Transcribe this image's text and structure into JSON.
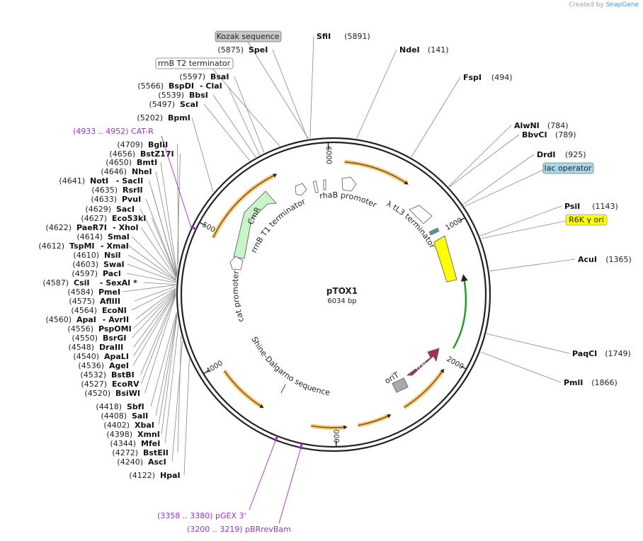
{
  "brand": {
    "prefix": "Created by",
    "name": "SnapGene"
  },
  "plasmid": {
    "name": "pTOX1",
    "length_label": "6034 bp",
    "length": 6034
  },
  "ticks": [
    "1000",
    "2000",
    "3000",
    "4000",
    "5000",
    "6000"
  ],
  "sites": [
    {
      "name": "SfiI",
      "pos": "(5891)"
    },
    {
      "name": "NdeI",
      "pos": "(141)"
    },
    {
      "name": "FspI",
      "pos": "(494)"
    },
    {
      "name": "AlwNI",
      "pos": "(784)"
    },
    {
      "name": "BbvCI",
      "pos": "(789)"
    },
    {
      "name": "DrdI",
      "pos": "(925)"
    },
    {
      "name": "PsiI",
      "pos": "(1143)"
    },
    {
      "name": "AcuI",
      "pos": "(1365)"
    },
    {
      "name": "PaqCI",
      "pos": "(1749)"
    },
    {
      "name": "PmlI",
      "pos": "(1866)"
    },
    {
      "name": "SpeI",
      "pos": "(5875)"
    },
    {
      "name": "BsaI",
      "pos": "(5597)"
    },
    {
      "name": "BspDI",
      "pos": "(5566)",
      "alt": "ClaI"
    },
    {
      "name": "BbsI",
      "pos": "(5539)"
    },
    {
      "name": "ScaI",
      "pos": "(5497)"
    },
    {
      "name": "BpmI",
      "pos": "(5202)"
    },
    {
      "name": "BglII",
      "pos": "(4709)"
    },
    {
      "name": "BstZ17I",
      "pos": "(4656)"
    },
    {
      "name": "BmtI",
      "pos": "(4650)"
    },
    {
      "name": "NheI",
      "pos": "(4646)"
    },
    {
      "name": "NotI",
      "pos": "(4641)",
      "alt": "SacII"
    },
    {
      "name": "RsrII",
      "pos": "(4635)"
    },
    {
      "name": "PvuI",
      "pos": "(4633)"
    },
    {
      "name": "SacI",
      "pos": "(4629)"
    },
    {
      "name": "Eco53kI",
      "pos": "(4627)"
    },
    {
      "name": "PaeR7I",
      "pos": "(4622)",
      "alt": "XhoI"
    },
    {
      "name": "SmaI",
      "pos": "(4614)"
    },
    {
      "name": "TspMI",
      "pos": "(4612)",
      "alt": "XmaI"
    },
    {
      "name": "NsiI",
      "pos": "(4610)"
    },
    {
      "name": "SwaI",
      "pos": "(4603)"
    },
    {
      "name": "PacI",
      "pos": "(4597)"
    },
    {
      "name": "CsiI",
      "pos": "(4587)",
      "alt": "SexAI *"
    },
    {
      "name": "PmeI",
      "pos": "(4584)"
    },
    {
      "name": "AflIII",
      "pos": "(4575)"
    },
    {
      "name": "EcoNI",
      "pos": "(4564)"
    },
    {
      "name": "ApaI",
      "pos": "(4560)",
      "alt": "AvrII"
    },
    {
      "name": "PspOMI",
      "pos": "(4556)"
    },
    {
      "name": "BsrGI",
      "pos": "(4550)"
    },
    {
      "name": "DraIII",
      "pos": "(4548)"
    },
    {
      "name": "ApaLI",
      "pos": "(4540)"
    },
    {
      "name": "AgeI",
      "pos": "(4536)"
    },
    {
      "name": "BstBI",
      "pos": "(4532)"
    },
    {
      "name": "EcoRV",
      "pos": "(4527)"
    },
    {
      "name": "BsiWI",
      "pos": "(4520)"
    },
    {
      "name": "SbfI",
      "pos": "(4418)"
    },
    {
      "name": "SalI",
      "pos": "(4408)"
    },
    {
      "name": "XbaI",
      "pos": "(4402)"
    },
    {
      "name": "XmnI",
      "pos": "(4398)"
    },
    {
      "name": "MfeI",
      "pos": "(4344)"
    },
    {
      "name": "BstEII",
      "pos": "(4272)"
    },
    {
      "name": "AscI",
      "pos": "(4240)"
    },
    {
      "name": "HpaI",
      "pos": "(4122)"
    }
  ],
  "primers": [
    {
      "range": "(4933 .. 4952)",
      "name": "CAT-R"
    },
    {
      "range": "(3358 .. 3380)",
      "name": "pGEX 3'"
    },
    {
      "range": "(3200 .. 3219)",
      "name": "pBRrevBam"
    }
  ],
  "boxed_features": [
    {
      "name": "Kozak sequence",
      "fill": "#c8c8c8"
    },
    {
      "name": "rrnB T2 terminator",
      "fill": "#ffffff"
    },
    {
      "name": "lac operator",
      "fill": "#a8d8e8"
    },
    {
      "name": "R6K γ ori",
      "fill": "#ffff00"
    }
  ],
  "inner_features": [
    {
      "name": "CmR",
      "color": "#c8f5c8"
    },
    {
      "name": "traJ",
      "color": "#a03060"
    },
    {
      "name": "rhaB promoter"
    },
    {
      "name": "λ tL3 terminator"
    },
    {
      "name": "rrnB T1 terminator"
    },
    {
      "name": "cat promoter"
    },
    {
      "name": "Shine-Dalgarno sequence"
    },
    {
      "name": "oriT"
    }
  ],
  "colors": {
    "orf": "#f5c97a",
    "primer": "#9933cc",
    "backbone": "#222222"
  }
}
